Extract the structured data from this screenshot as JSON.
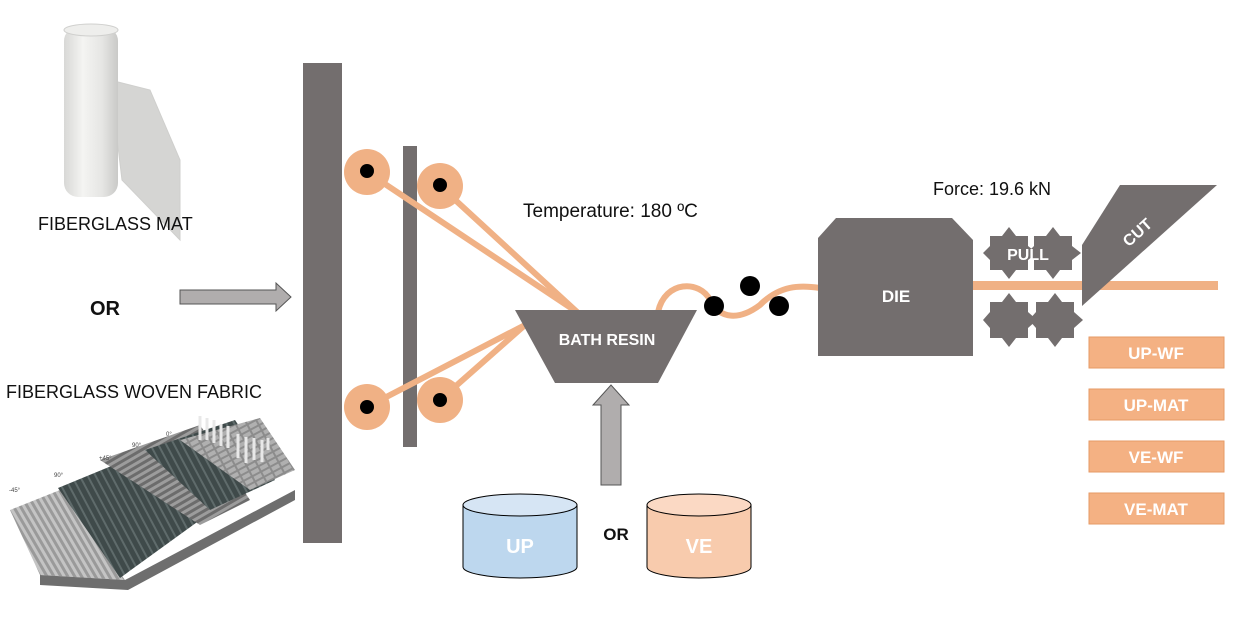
{
  "inputs": {
    "mat_label": "FIBERGLASS MAT",
    "or_label": "OR",
    "woven_label": "FIBERGLASS WOVEN FABRIC",
    "woven_angles": [
      "-45°",
      "90°",
      "+45°",
      "90°",
      "0°"
    ]
  },
  "process": {
    "temperature_label": "Temperature: 180 ºC",
    "force_label": "Force: 19.6 kN",
    "bath_label": "BATH RESIN",
    "die_label": "DIE",
    "pull_label": "PULL",
    "cut_label": "CUT"
  },
  "resins": {
    "up_label": "UP",
    "or_label": "OR",
    "ve_label": "VE"
  },
  "products": [
    {
      "label": "UP-WF"
    },
    {
      "label": "UP-MAT"
    },
    {
      "label": "VE-WF"
    },
    {
      "label": "VE-MAT"
    }
  ],
  "colors": {
    "machine_gray": "#736e6e",
    "fiber_orange": "#f0b185",
    "arrow_gray": "#b0adad",
    "up_blue": "#bdd7ee",
    "ve_peach": "#f8cbad",
    "product_fill": "#f4b183",
    "product_border": "#e69a66"
  }
}
